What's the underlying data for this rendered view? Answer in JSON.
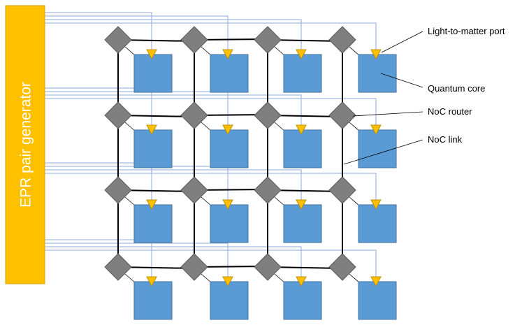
{
  "generator": {
    "label": "EPR pair generator",
    "color": "#FFC000",
    "text_color": "#FFFFFF"
  },
  "annotations": {
    "port": "Light-to-matter port",
    "core": "Quantum core",
    "router": "NoC router",
    "link": "NoC link"
  },
  "grid": {
    "rows": 4,
    "cols": 4
  },
  "icons": {
    "router": "diamond-icon",
    "core": "square-core-icon",
    "port": "down-triangle-icon"
  },
  "colors": {
    "core_fill": "#5B9BD5",
    "core_stroke": "#41719C",
    "router_fill": "#7F7F7F",
    "router_stroke": "#595959",
    "port_fill": "#FFC000",
    "port_stroke": "#BF9000",
    "epr_line": "#8FAADC",
    "noc_link": "#000000"
  }
}
